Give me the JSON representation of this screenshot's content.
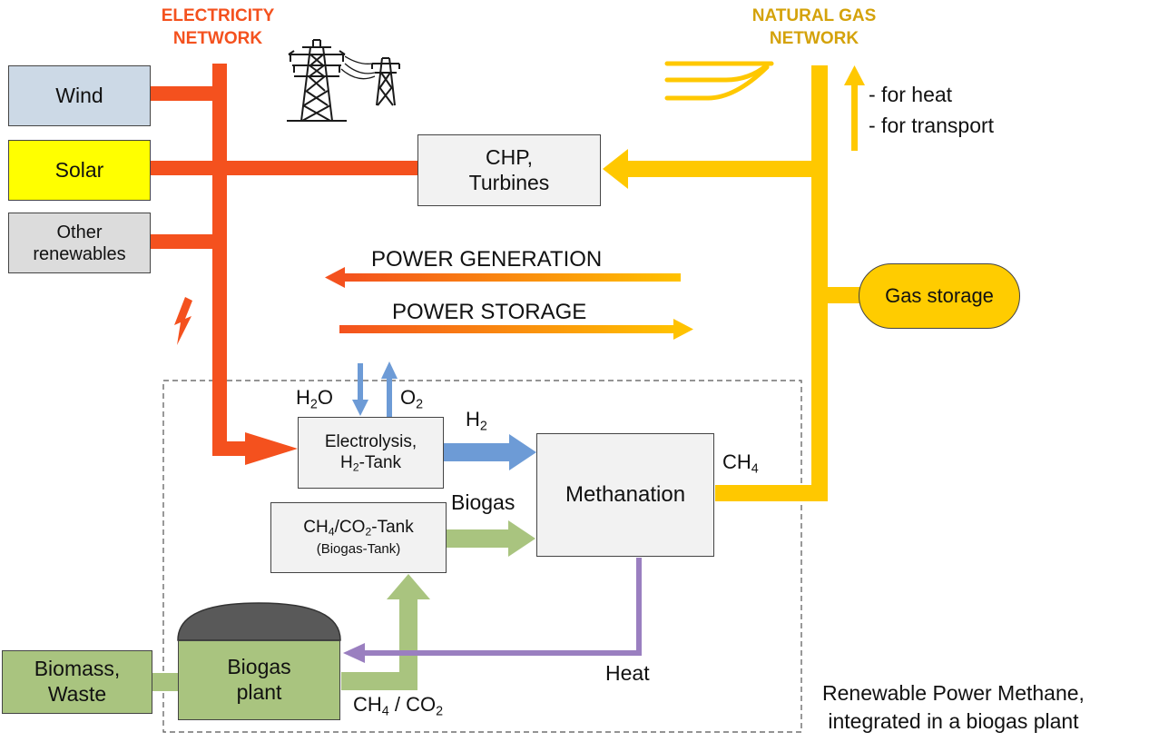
{
  "networks": {
    "electricity": {
      "line1": "ELECTRICITY",
      "line2": "NETWORK",
      "color": "#f4511e"
    },
    "natural_gas": {
      "line1": "NATURAL GAS",
      "line2": "NETWORK",
      "color": "#d4a20a"
    }
  },
  "sources": {
    "wind": {
      "label": "Wind",
      "fill": "#ccd9e6"
    },
    "solar": {
      "label": "Solar",
      "fill": "#ffff00"
    },
    "other": {
      "line1": "Other",
      "line2": "renewables",
      "fill": "#dcdcdc"
    }
  },
  "chp": {
    "line1": "CHP,",
    "line2": "Turbines"
  },
  "gas_uses": {
    "heat": "- for heat",
    "transport": "- for transport"
  },
  "gas_storage": {
    "label": "Gas storage",
    "fill": "#ffcc00"
  },
  "flows": {
    "generation": "POWER GENERATION",
    "storage": "POWER STORAGE"
  },
  "electrolysis": {
    "line1": "Electrolysis,",
    "line2_main": "H",
    "line2_sub": "2",
    "line2_rest": "-Tank"
  },
  "gases": {
    "h2o": {
      "main": "H",
      "sub": "2",
      "rest": "O"
    },
    "o2": {
      "main": "O",
      "sub": "2"
    },
    "h2": {
      "main": "H",
      "sub": "2"
    },
    "ch4": {
      "main": "CH",
      "sub": "4"
    }
  },
  "methanation": {
    "label": "Methanation"
  },
  "biogas_tank": {
    "p1": "CH",
    "s1": "4",
    "p2": "/CO",
    "s2": "2",
    "p3": "-Tank",
    "line2": "(Biogas-Tank)"
  },
  "biogas_label": "Biogas",
  "heat_label": "Heat",
  "biomass": {
    "line1": "Biomass,",
    "line2": "Waste",
    "fill": "#a9c47f"
  },
  "biogas_plant": {
    "line1": "Biogas",
    "line2": "plant",
    "fill": "#a9c47f",
    "dome": "#595959"
  },
  "ch4_co2": {
    "p1": "CH",
    "s1": "4",
    "p2": " / CO",
    "s2": "2"
  },
  "caption": {
    "line1": "Renewable Power Methane,",
    "line2": "integrated in a biogas plant"
  },
  "colors": {
    "electric": "#f4511e",
    "gas": "#ffc800",
    "hydrogen": "#6d9bd6",
    "biogas": "#a9c47f",
    "heat": "#9a7fc0"
  }
}
